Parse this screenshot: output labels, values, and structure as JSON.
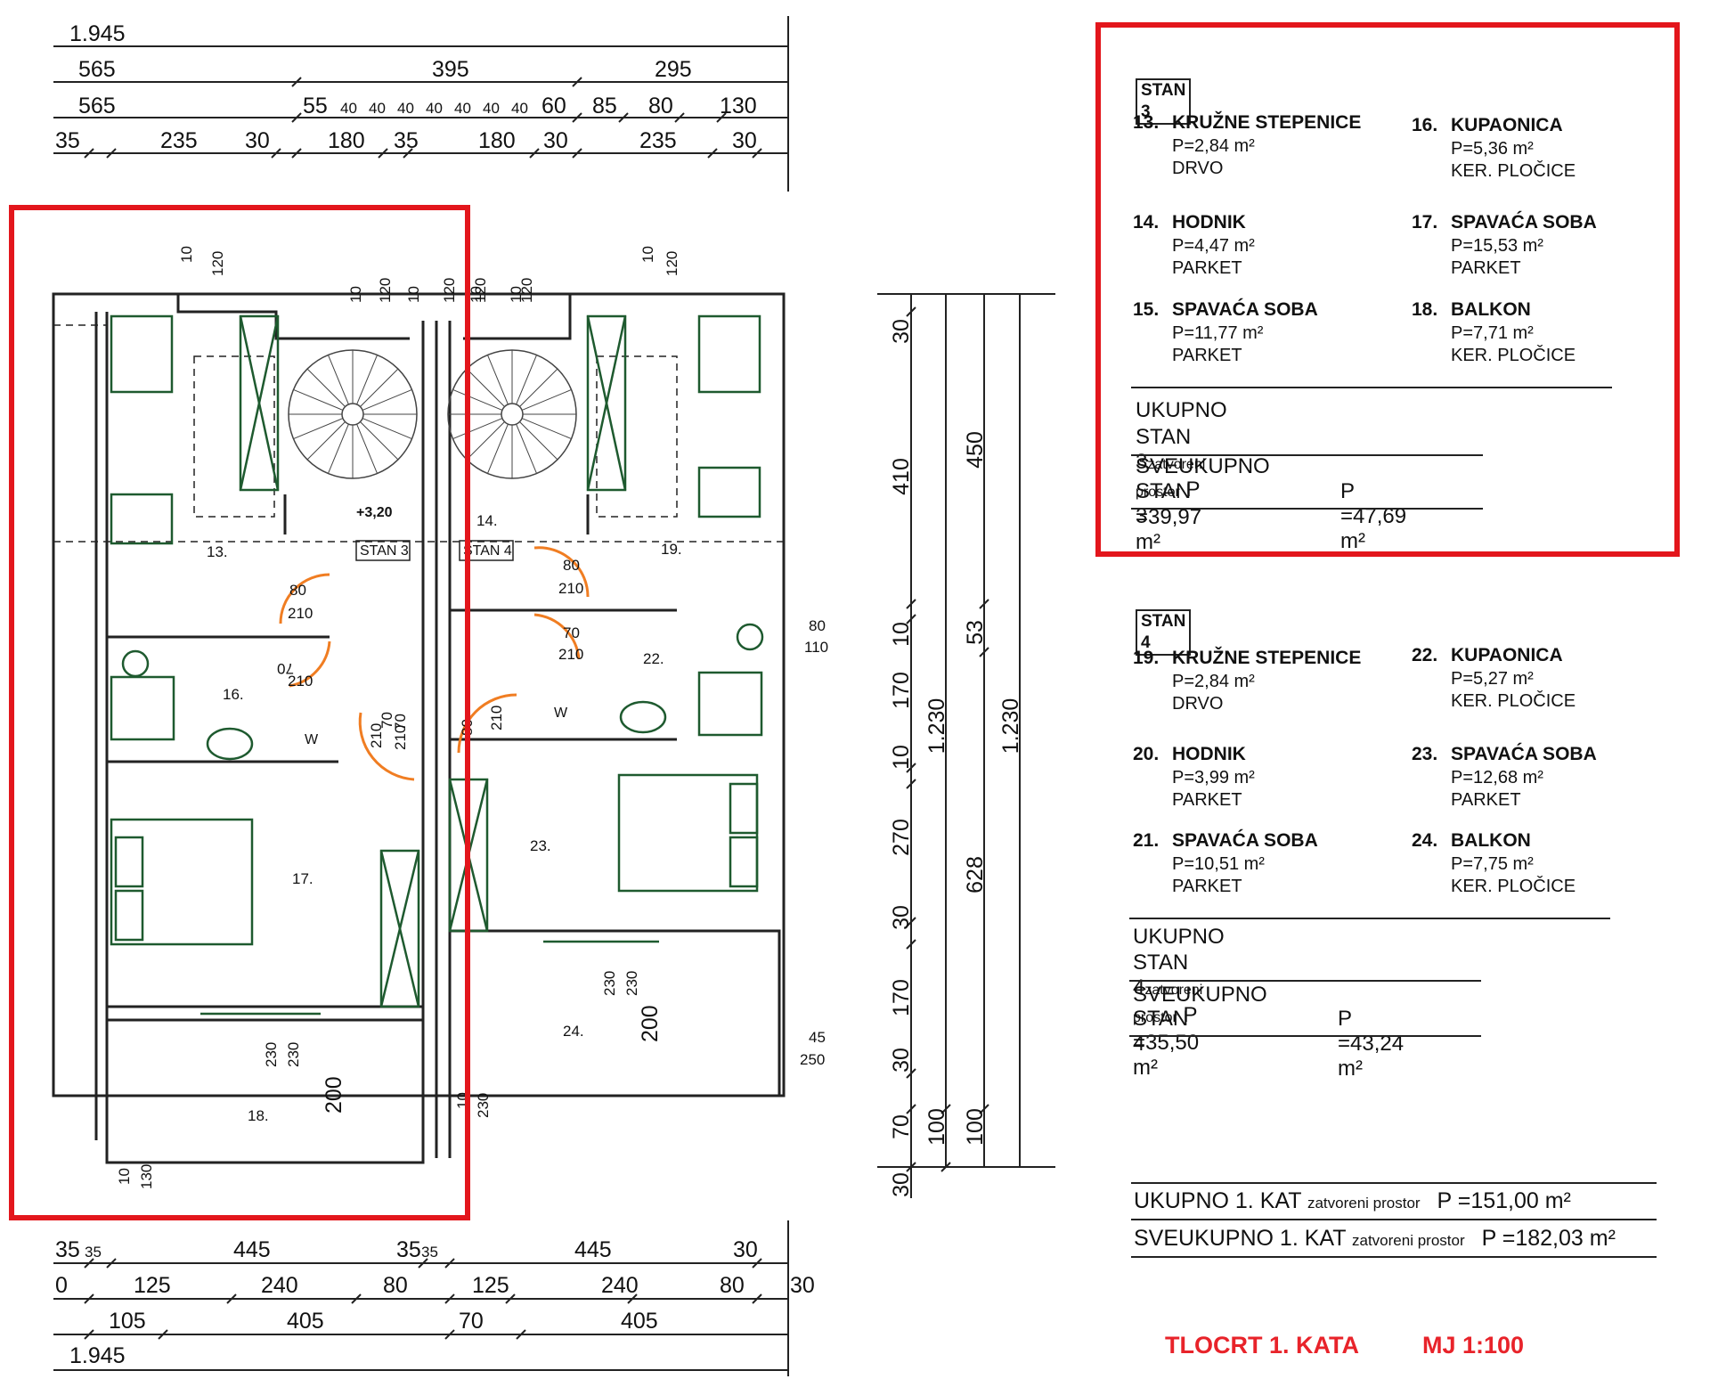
{
  "colors": {
    "highlight": "#e3161c",
    "title": "#e8232a",
    "door": "#f07d22",
    "furniture": "#1e5a2f",
    "wall": "#222222"
  },
  "top_dims": {
    "row1": [
      "1.945"
    ],
    "row2": [
      "565",
      "395",
      "295"
    ],
    "row3": [
      "565",
      "55",
      "40",
      "40",
      "40",
      "40",
      "40",
      "40",
      "40",
      "60",
      "85",
      "80",
      "130"
    ],
    "row4": [
      "35",
      "235",
      "30",
      "180",
      "35",
      "180",
      "30",
      "235",
      "30"
    ]
  },
  "bottom_dims": {
    "row1": [
      "35",
      "35",
      "445",
      "35",
      "35",
      "445",
      "30"
    ],
    "row2": [
      "0",
      "125",
      "240",
      "80",
      "125",
      "240",
      "80",
      "30"
    ],
    "row3": [
      "105",
      "405",
      "70",
      "405"
    ],
    "row4": [
      "1.945"
    ]
  },
  "right_dims": {
    "col1": [
      "30",
      "410",
      "10",
      "170",
      "10",
      "270",
      "30",
      "170",
      "30",
      "70",
      "30"
    ],
    "col2": [
      "1.230",
      "100"
    ],
    "col3": [
      "450",
      "53",
      "628",
      "100"
    ],
    "col4": [
      "1.230"
    ]
  },
  "plan": {
    "level_mark": "+3,20",
    "stan3_tag": "STAN 3",
    "stan4_tag": "STAN 4",
    "rooms": [
      "13.",
      "14.",
      "16.",
      "17.",
      "18.",
      "19.",
      "22.",
      "23.",
      "24."
    ],
    "openings": [
      "10",
      "120",
      "10",
      "120",
      "10",
      "120",
      "10",
      "120",
      "10",
      "120",
      "10",
      "120"
    ],
    "door_labels": [
      "80",
      "210",
      "70",
      "210",
      "70",
      "210",
      "70",
      "210",
      "80",
      "210",
      "70",
      "210",
      "80",
      "210",
      "230",
      "230",
      "230",
      "230",
      "200",
      "200",
      "80",
      "110",
      "45",
      "250",
      "10",
      "230",
      "10",
      "130"
    ],
    "wc_mark": "W"
  },
  "stan3": {
    "tag": "STAN 3",
    "rooms": [
      {
        "num": "13.",
        "name": "KRUŽNE STEPENICE",
        "area": "P=2,84 m²",
        "floor": "DRVO"
      },
      {
        "num": "16.",
        "name": "KUPAONICA",
        "area": "P=5,36 m²",
        "floor": "KER. PLOČICE"
      },
      {
        "num": "14.",
        "name": "HODNIK",
        "area": "P=4,47 m²",
        "floor": "PARKET"
      },
      {
        "num": "17.",
        "name": "SPAVAĆA SOBA",
        "area": "P=15,53 m²",
        "floor": "PARKET"
      },
      {
        "num": "15.",
        "name": "SPAVAĆA SOBA",
        "area": "P=11,77 m²",
        "floor": "PARKET"
      },
      {
        "num": "18.",
        "name": "BALKON",
        "area": "P=7,71 m²",
        "floor": "KER. PLOČICE"
      }
    ],
    "ukupno": "UKUPNO",
    "ukupno_stan": "STAN 3",
    "ukupno_note": "zatvoreni prostor",
    "ukupno_val": "P =39,97  m²",
    "sveukupno": "SVEUKUPNO",
    "sveukupno_stan": "STAN 3",
    "sveukupno_val": "P =47,69  m²"
  },
  "stan4": {
    "tag": "STAN 4",
    "rooms": [
      {
        "num": "19.",
        "name": "KRUŽNE STEPENICE",
        "area": "P=2,84 m²",
        "floor": "DRVO"
      },
      {
        "num": "22.",
        "name": "KUPAONICA",
        "area": "P=5,27 m²",
        "floor": "KER. PLOČICE"
      },
      {
        "num": "20.",
        "name": "HODNIK",
        "area": "P=3,99 m²",
        "floor": "PARKET"
      },
      {
        "num": "23.",
        "name": "SPAVAĆA SOBA",
        "area": "P=12,68 m²",
        "floor": "PARKET"
      },
      {
        "num": "21.",
        "name": "SPAVAĆA SOBA",
        "area": "P=10,51 m²",
        "floor": "PARKET"
      },
      {
        "num": "24.",
        "name": "BALKON",
        "area": "P=7,75 m²",
        "floor": "KER. PLOČICE"
      }
    ],
    "ukupno": "UKUPNO",
    "ukupno_stan": "STAN 4",
    "ukupno_note": "zatvoreni prostor",
    "ukupno_val": "P =35,50  m²",
    "sveukupno": "SVEUKUPNO",
    "sveukupno_stan": "STAN 4",
    "sveukupno_val": "P =43,24  m²"
  },
  "summary": {
    "ukupno_label": "UKUPNO 1. KAT",
    "ukupno_note": "zatvoreni prostor",
    "ukupno_val": "P =151,00  m²",
    "sveukupno_label": "SVEUKUPNO 1. KAT",
    "sveukupno_note": "zatvoreni prostor",
    "sveukupno_val": "P =182,03  m²"
  },
  "title": {
    "main": "TLOCRT 1. KATA",
    "scale": "MJ  1:100"
  }
}
